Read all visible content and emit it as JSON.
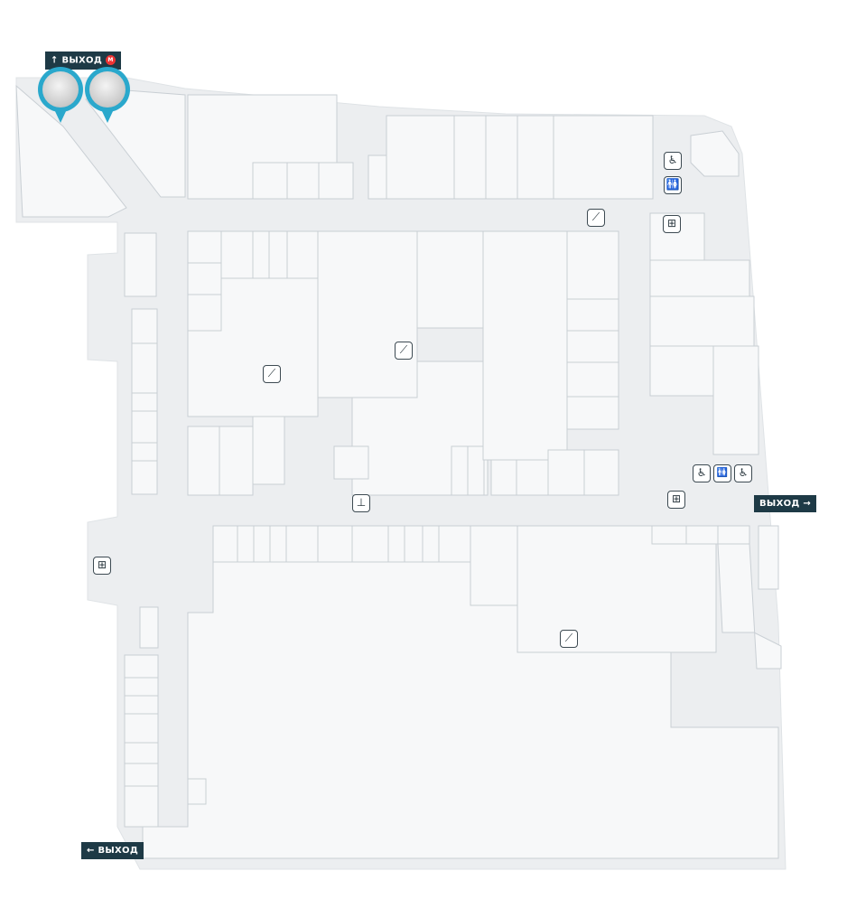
{
  "exits": {
    "top": "↑ ВЫХОД",
    "right": "ВЫХОД →",
    "left": "← ВЫХОД",
    "metro_badge": "M"
  },
  "icons": {
    "escalator": "escalator-icon",
    "elevator": "elevator-icon",
    "wheelchair": "wheelchair-icon",
    "restroom": "restroom-icon",
    "baby_room": "baby-room-icon",
    "info_desk": "info-desk-icon"
  },
  "glyphs": {
    "escalator": "⟋",
    "elevator": "⊞",
    "wheelchair": "♿",
    "restroom": "🚻",
    "baby_room": "♿",
    "info_desk": "⊥"
  },
  "colors": {
    "pin": "#2aa8cc",
    "exit_badge": "#1e3a46",
    "corridor": "#eceef0",
    "shop": "#f7f8f9"
  }
}
